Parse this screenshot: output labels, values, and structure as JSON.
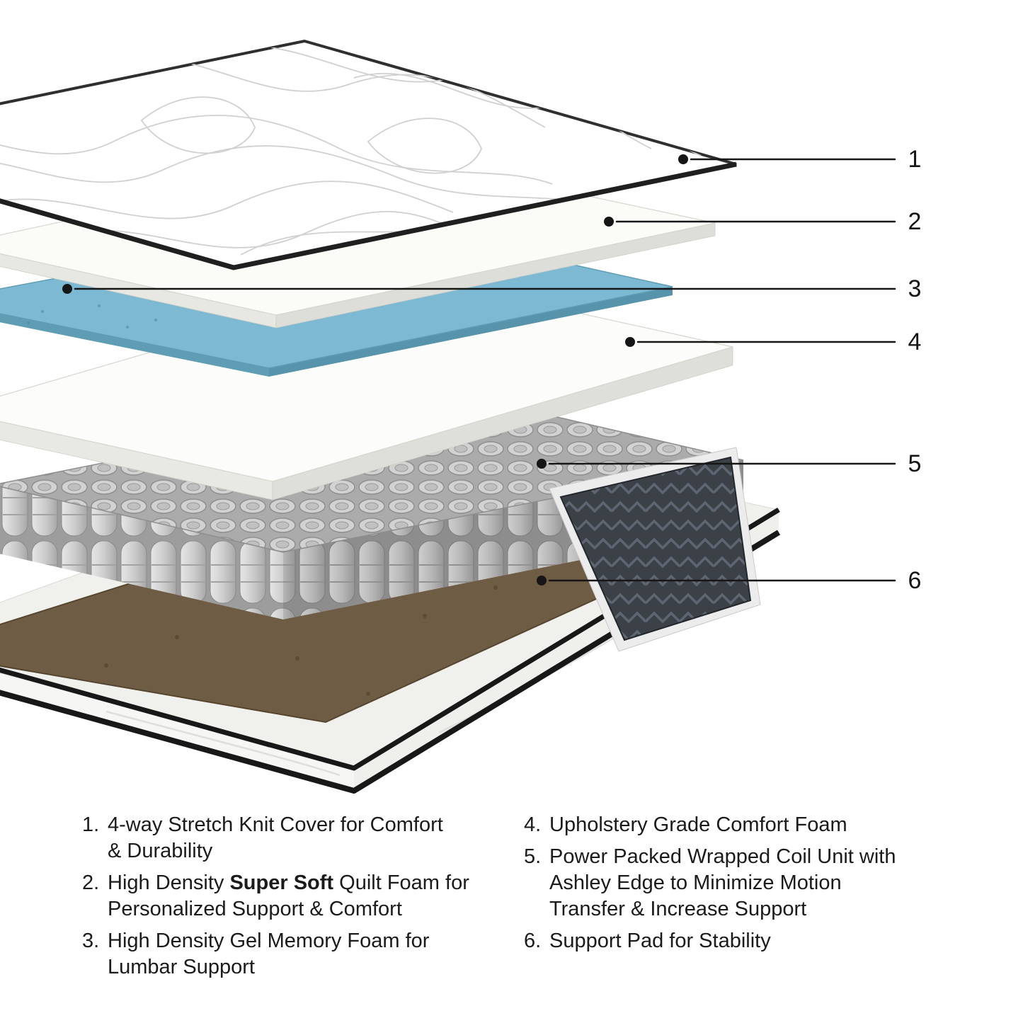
{
  "title": "Mattress layers exploded-view diagram",
  "figure": {
    "callouts": [
      {
        "num": "1"
      },
      {
        "num": "2"
      },
      {
        "num": "3"
      },
      {
        "num": "4"
      },
      {
        "num": "5"
      },
      {
        "num": "6"
      }
    ]
  },
  "legend": {
    "left": [
      {
        "num": "1.",
        "line1": "4-way Stretch Knit Cover for Comfort",
        "line2": "& Durability"
      },
      {
        "num": "2.",
        "line1_before": "High Density ",
        "line1_bold": "Super Soft",
        "line1_after": " Quilt Foam for",
        "line2": "Personalized Support & Comfort"
      },
      {
        "num": "3.",
        "line1": "High Density Gel Memory Foam for",
        "line2": "Lumbar Support"
      }
    ],
    "right": [
      {
        "num": "4.",
        "line1": "Upholstery Grade Comfort Foam"
      },
      {
        "num": "5.",
        "line1": "Power Packed Wrapped Coil Unit with",
        "line2": "Ashley Edge to Minimize Motion",
        "line3": "Transfer & Increase Support"
      },
      {
        "num": "6.",
        "line1": "Support Pad for Stability"
      }
    ]
  },
  "colors": {
    "line": "#161616",
    "gel_blue": "#7db9d2",
    "pad_brown": "#6e5c45",
    "coil_gray": "#b8b8b8",
    "wedge_dark": "#3c4148",
    "background": "#ffffff"
  }
}
